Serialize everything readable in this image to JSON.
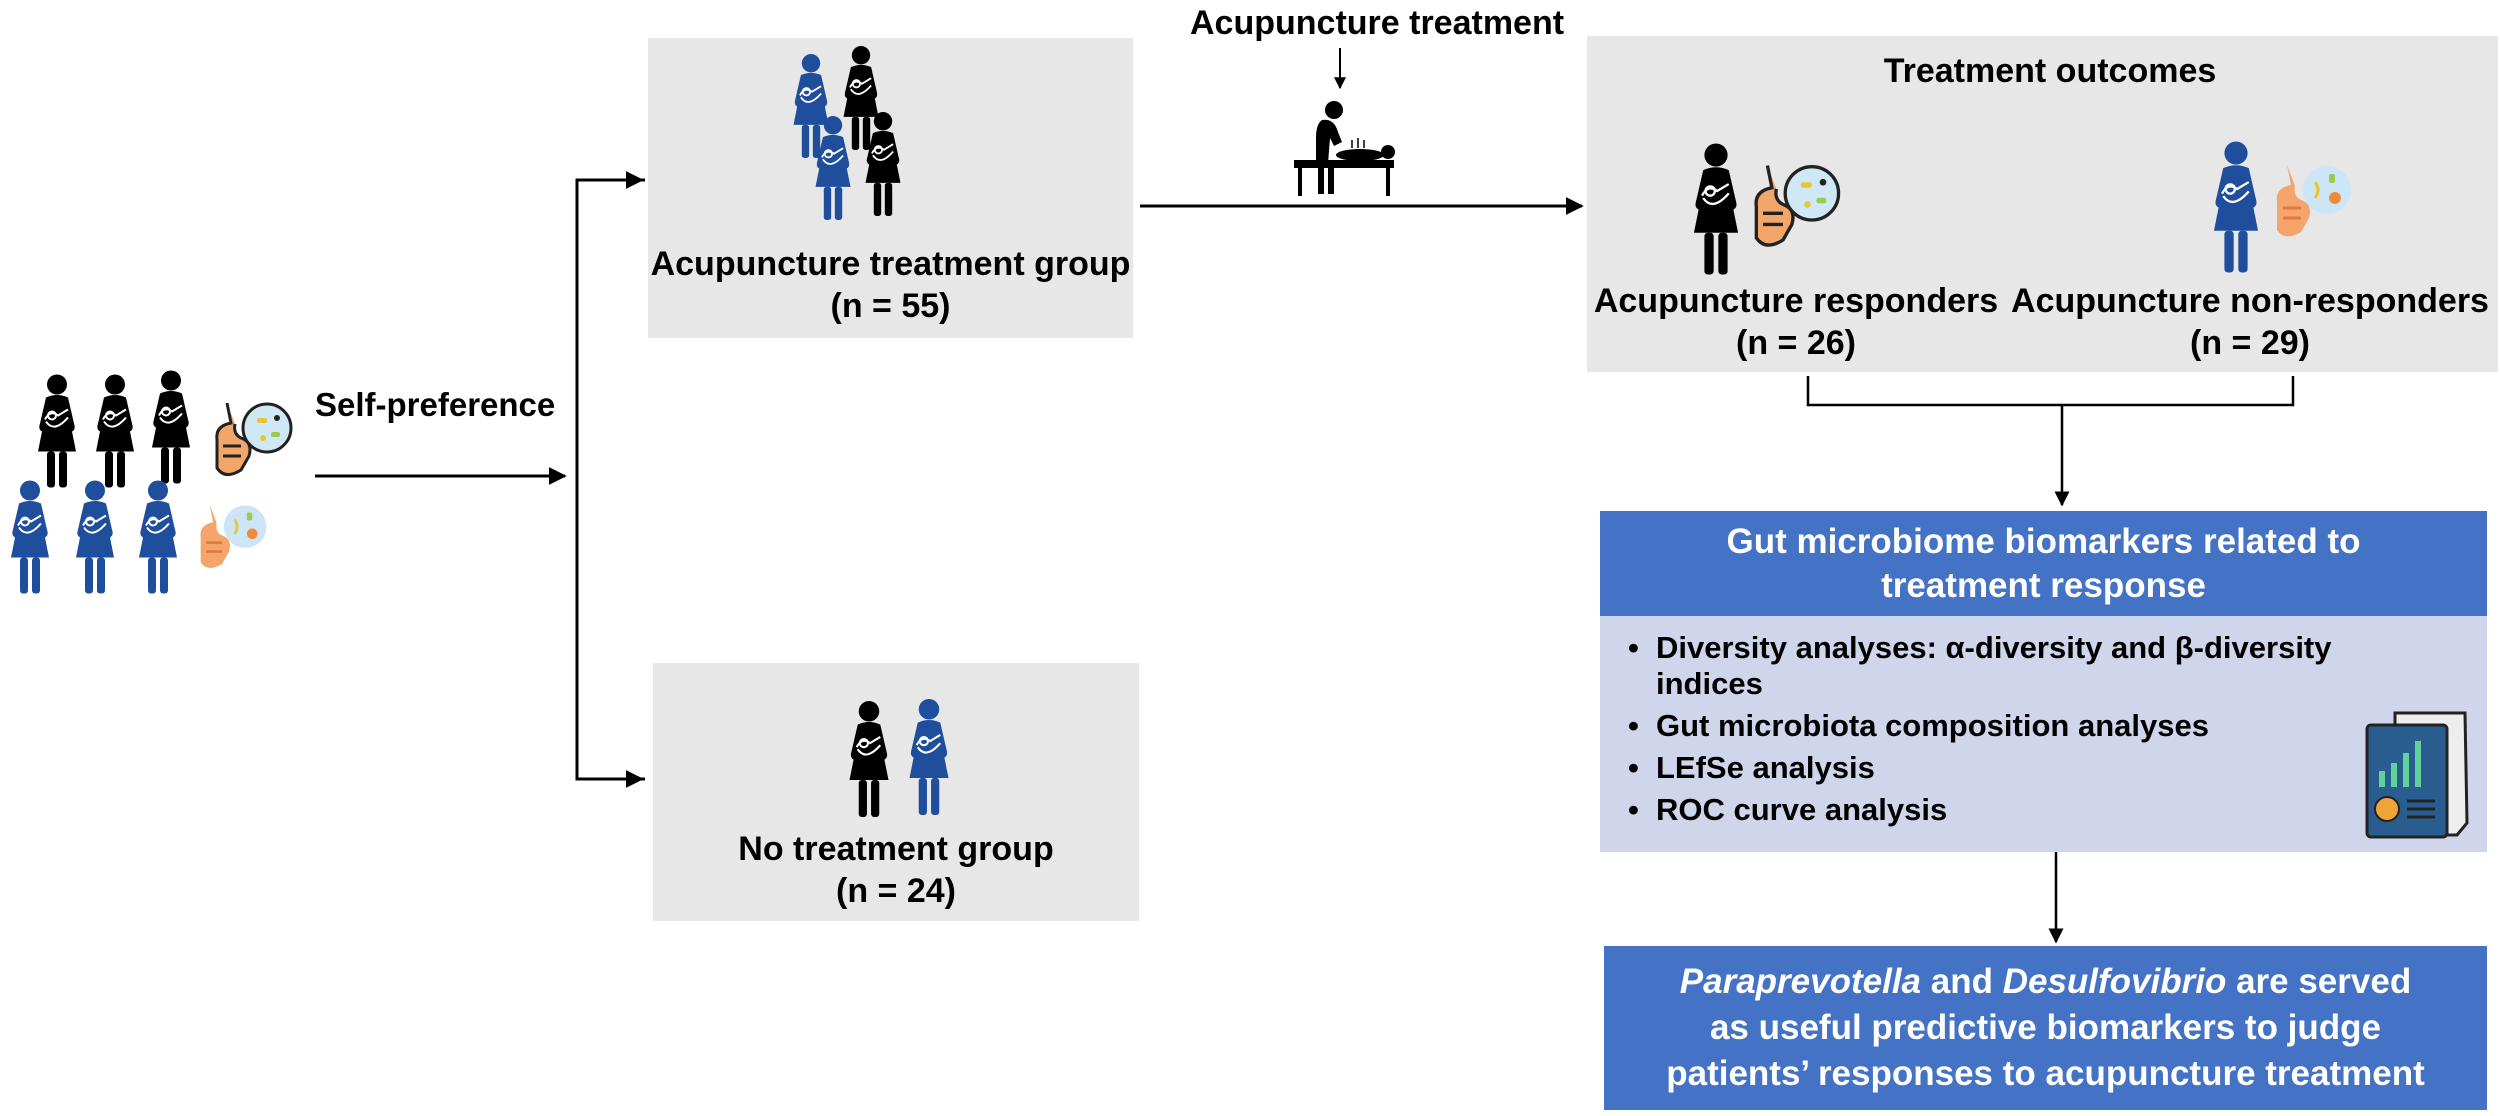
{
  "colors": {
    "box_gray": "#e7e7e7",
    "accent_blue": "#4472c4",
    "list_bg": "#cfd5ea",
    "figure_blue": "#1f4e9c"
  },
  "left": {
    "arrow_label": "Self-preference"
  },
  "treatment_group": {
    "title": "Acupuncture treatment group",
    "n": "(n = 55)"
  },
  "no_treatment_group": {
    "title": "No treatment group",
    "n": "(n = 24)"
  },
  "intervention": {
    "label": "Acupuncture treatment"
  },
  "outcomes": {
    "title": "Treatment outcomes",
    "responders": {
      "title": "Acupuncture responders",
      "n": "(n = 26)"
    },
    "non_responders": {
      "title": "Acupuncture non-responders",
      "n": "(n = 29)"
    }
  },
  "biomarkers": {
    "header": [
      "Gut microbiome biomarkers related to",
      "treatment response"
    ],
    "items": [
      "Diversity analyses: α-diversity and β-diversity indices",
      "Gut microbiota composition analyses",
      "LEfSe analysis",
      "ROC curve analysis"
    ]
  },
  "conclusion": {
    "genus1": "Paraprevotella",
    "and": " and ",
    "genus2": "Desulfovibrio",
    "line1_rest": " are served",
    "line2": "as useful predictive biomarkers to judge",
    "line3": "patients’ responses to acupuncture treatment"
  }
}
